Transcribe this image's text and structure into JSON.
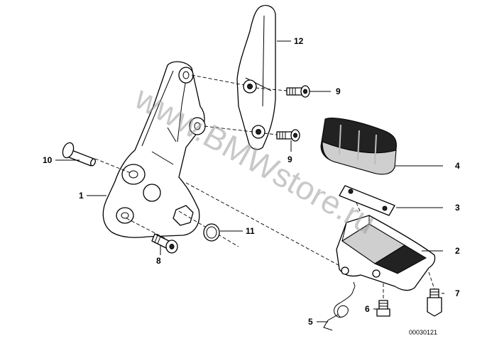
{
  "callouts": {
    "c1": "1",
    "c2": "2",
    "c3": "3",
    "c4": "4",
    "c5": "5",
    "c6": "6",
    "c7": "7",
    "c8": "8",
    "c9a": "9",
    "c9b": "9",
    "c10": "10",
    "c11": "11",
    "c12": "12"
  },
  "watermark": "www.BMWstore.ru",
  "document_number": "00030121"
}
